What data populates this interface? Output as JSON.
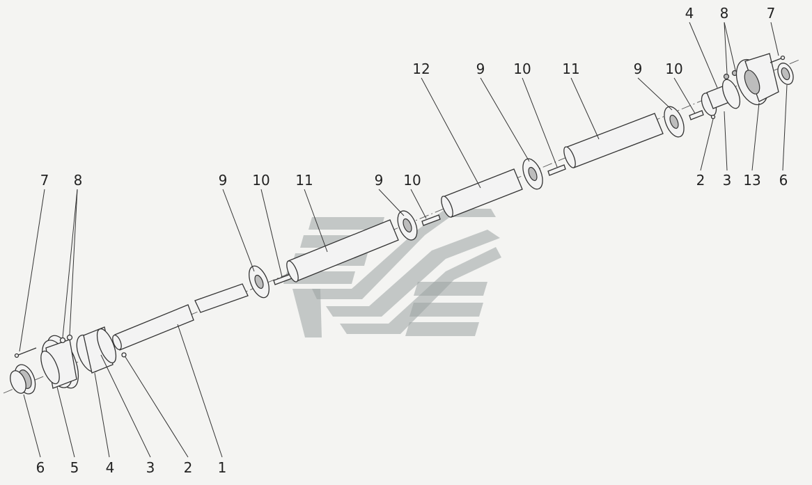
{
  "watermark": {
    "color": "#9aa3a3"
  },
  "labels": {
    "left_7": "7",
    "left_8": "8",
    "left_9": "9",
    "left_10": "10",
    "left_11": "11",
    "mid_9": "9",
    "mid_10": "10",
    "top_12": "12",
    "top_9a": "9",
    "top_10a": "10",
    "top_11": "11",
    "top_9b": "9",
    "top_10b": "10",
    "right_4": "4",
    "right_8": "8",
    "right_7": "7",
    "right_2": "2",
    "right_3": "3",
    "right_13": "13",
    "right_6": "6",
    "bottom_6": "6",
    "bottom_5": "5",
    "bottom_4": "4",
    "bottom_3": "3",
    "bottom_2": "2",
    "bottom_1": "1"
  }
}
